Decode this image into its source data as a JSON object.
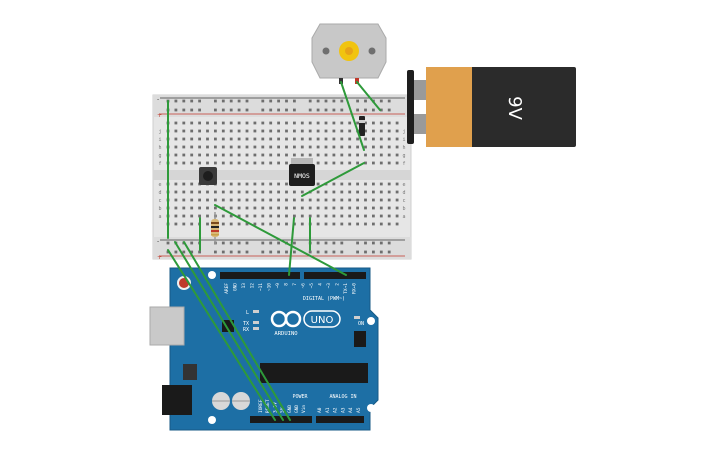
{
  "battery": {
    "voltage_label": "9V"
  },
  "transistor": {
    "label": "NMOS"
  },
  "breadboard": {
    "row_letters": [
      "j",
      "i",
      "h",
      "g",
      "f",
      "e",
      "d",
      "c",
      "b",
      "a"
    ],
    "rail_plus": "+",
    "rail_minus": "-"
  },
  "arduino": {
    "brand": "ARDUINO",
    "model": "UNO",
    "digital_label": "DIGITAL (PWM~)",
    "power_label": "POWER",
    "analog_label": "ANALOG IN",
    "on_label": "ON",
    "tx_label": "TX",
    "rx_label": "RX",
    "l_label": "L",
    "digital_pins": [
      "AREF",
      "GND",
      "13",
      "12",
      "~11",
      "~10",
      "~9",
      "8",
      "7",
      "~6",
      "~5",
      "4",
      "~3",
      "2",
      "TX→1",
      "RX←0"
    ],
    "power_pins": [
      "IOREF",
      "RESET",
      "3.3V",
      "5V",
      "GND",
      "GND",
      "Vin"
    ],
    "analog_pins": [
      "A0",
      "A1",
      "A2",
      "A3",
      "A4",
      "A5"
    ]
  },
  "colors": {
    "wire": "#2e9a3a",
    "board": "#1d6fa5",
    "battery_body": "#2b2b2b",
    "battery_label": "#e0a04d",
    "breadboard": "#e6e6e6"
  }
}
